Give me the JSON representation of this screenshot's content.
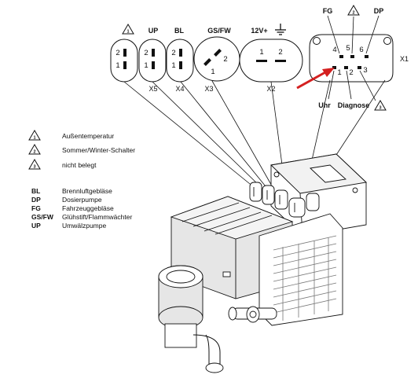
{
  "connectors": {
    "c1": {
      "top_glyph": "1",
      "pins": [
        "2",
        "1"
      ]
    },
    "x5": {
      "top_label": "UP",
      "name": "X5",
      "pins": [
        "2",
        "1"
      ]
    },
    "x4": {
      "top_label": "BL",
      "name": "X4",
      "pins": [
        "2",
        "1"
      ]
    },
    "x3": {
      "top_label": "GS/FW",
      "name": "X3",
      "pins": [
        "2",
        "1"
      ]
    },
    "x2": {
      "top_label": "12V+",
      "name": "X2",
      "pins": [
        "1",
        "2"
      ]
    },
    "x1": {
      "name": "X1",
      "top_labels": {
        "fg": "FG",
        "mid_glyph": "2",
        "dp": "DP"
      },
      "pins_top": [
        "4",
        "5",
        "6"
      ],
      "pins_bottom": [
        "1",
        "2",
        "3"
      ],
      "bottom_labels": {
        "uhr": "Uhr",
        "diagnose": "Diagnose",
        "tri_glyph": "3"
      }
    }
  },
  "legend_symbols": [
    {
      "glyph": "1",
      "text": "Außentemperatur"
    },
    {
      "glyph": "2",
      "text": "Sommer/Winter-Schalter"
    },
    {
      "glyph": "3",
      "text": "nicht belegt"
    }
  ],
  "abbreviations": [
    {
      "abbr": "BL",
      "text": "Brennluftgebläse"
    },
    {
      "abbr": "DP",
      "text": "Dosierpumpe"
    },
    {
      "abbr": "FG",
      "text": "Fahrzeuggebläse"
    },
    {
      "abbr": "GS/FW",
      "text": "Glühstift/Flammwächter"
    },
    {
      "abbr": "UP",
      "text": "Umwälzpumpe"
    }
  ],
  "colors": {
    "line": "#111111",
    "arrow": "#d42020",
    "housing_shade": "#e6e6e6",
    "fin": "#bdbdbd"
  }
}
